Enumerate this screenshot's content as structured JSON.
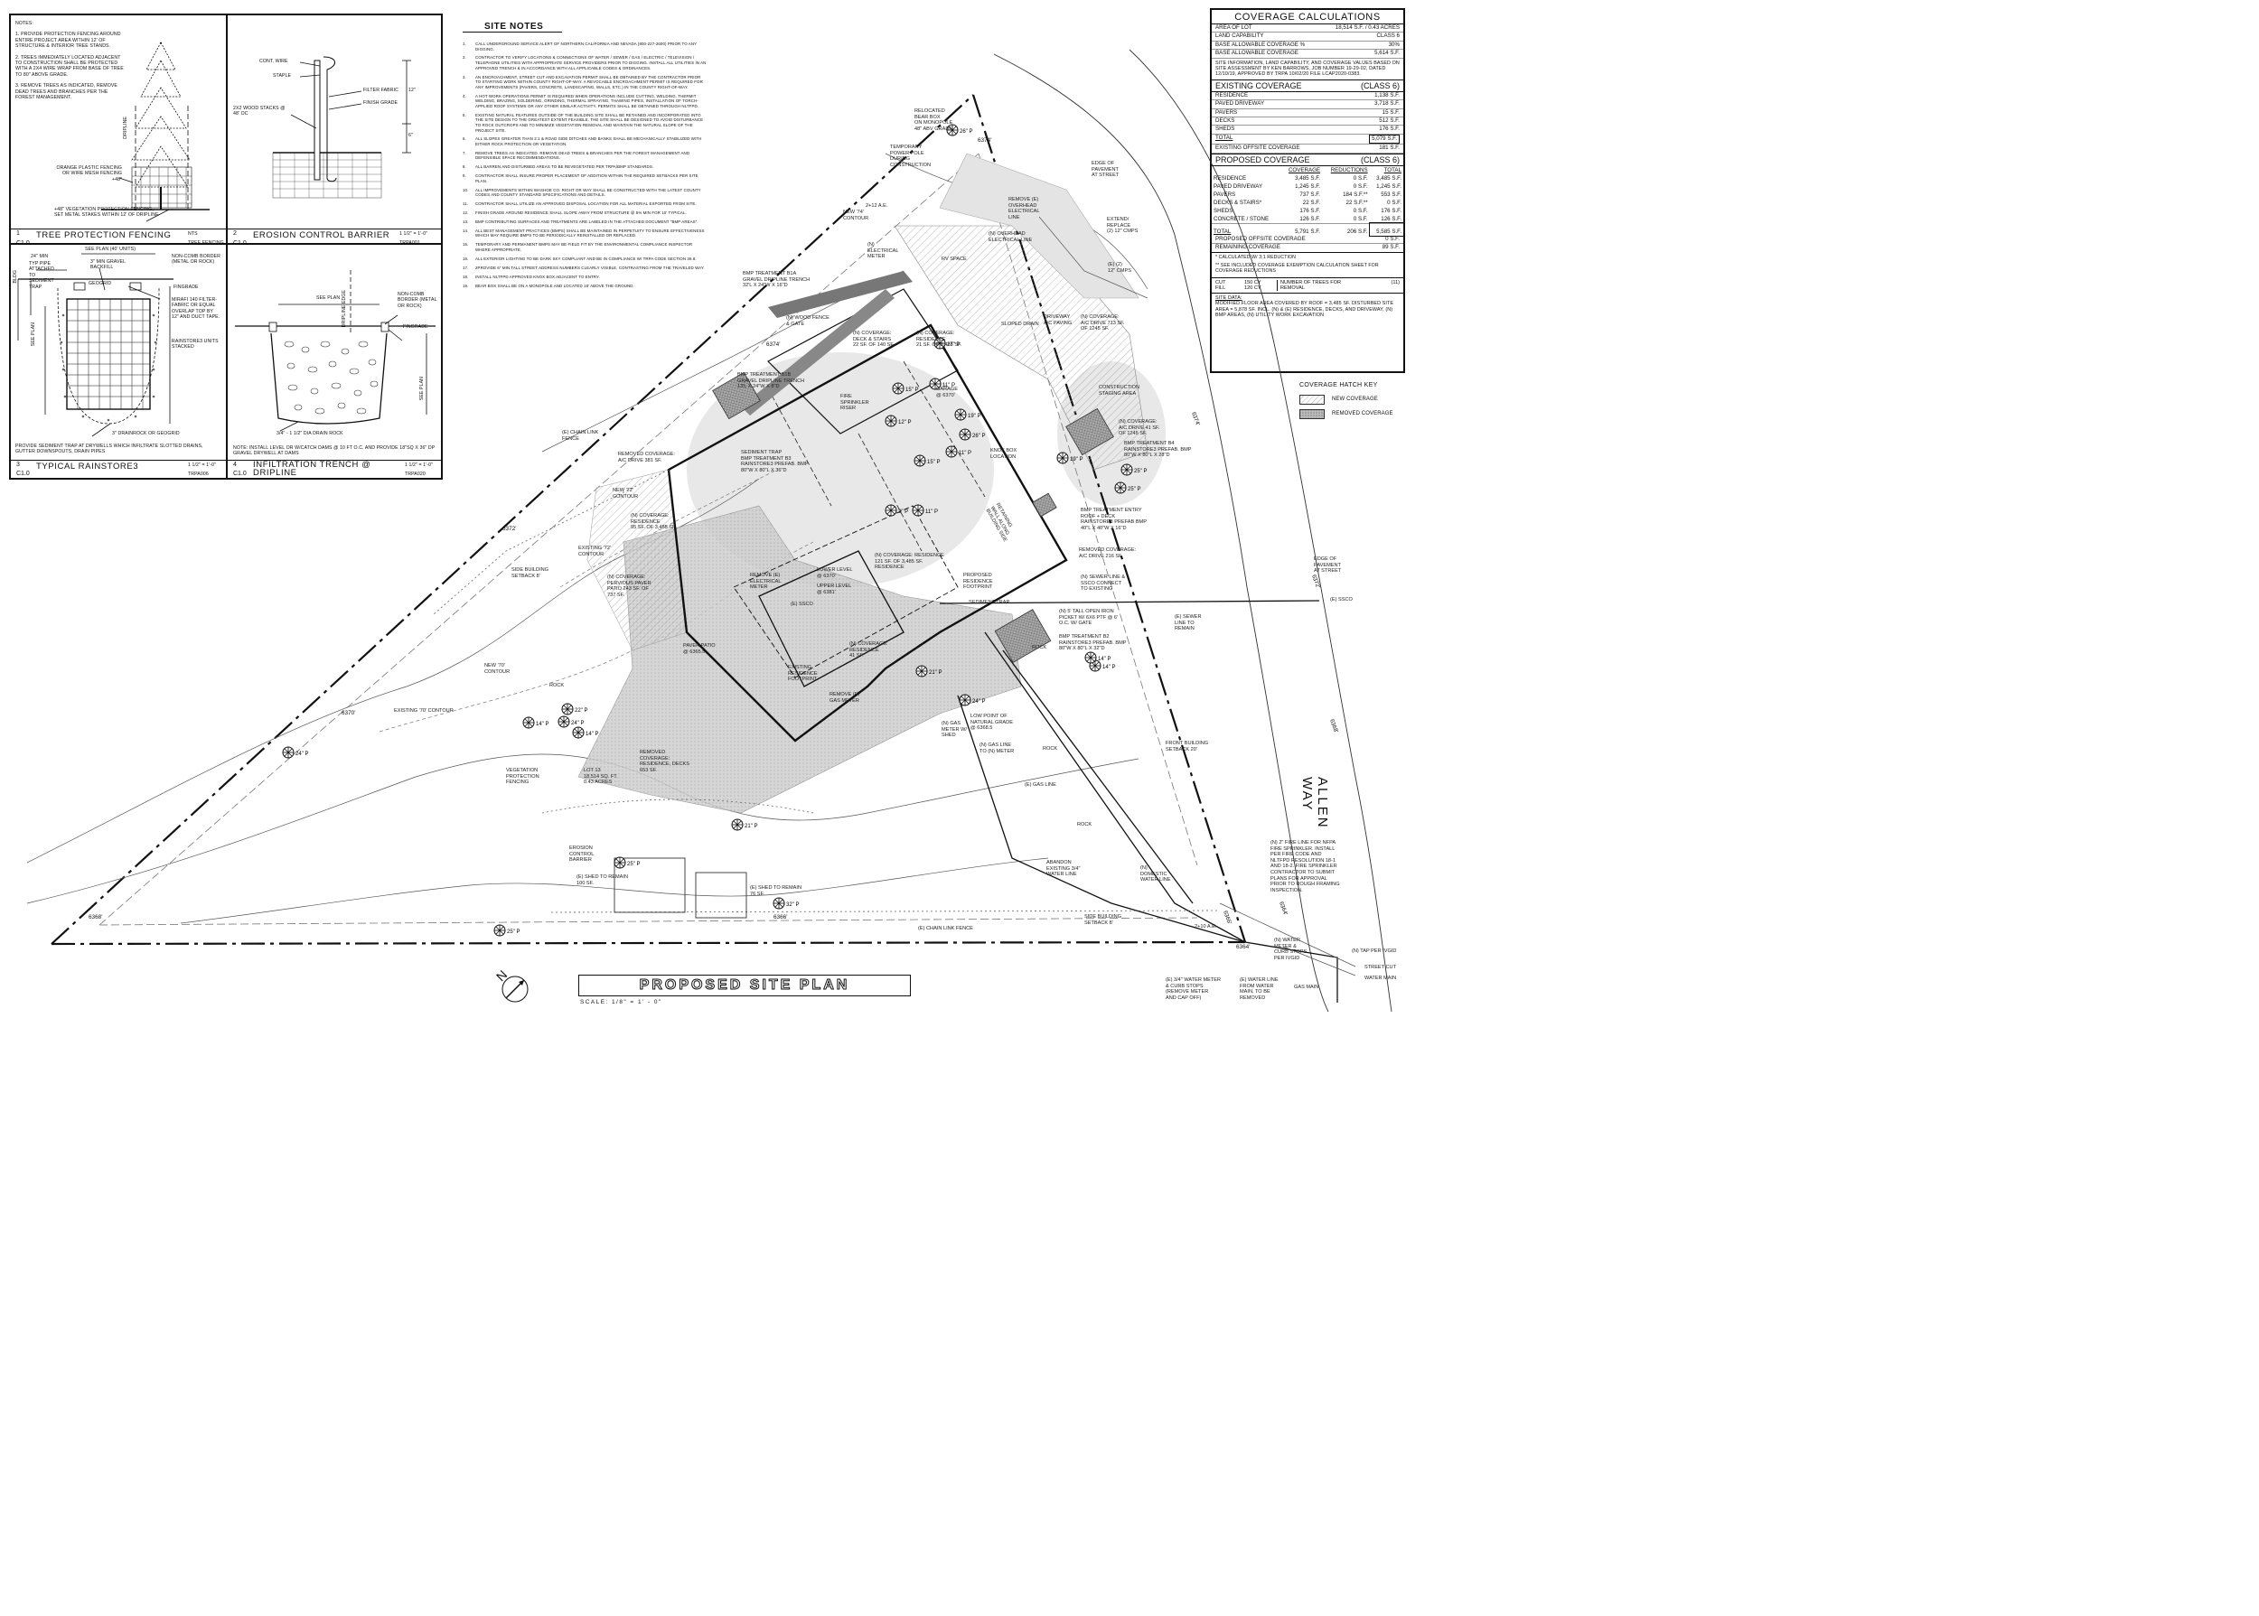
{
  "detail_sheet": {
    "notes_title": "NOTES:",
    "notes": [
      "1. PROVIDE PROTECTION FENCING AROUND ENTIRE PROJECT AREA WITHIN 12' OF STRUCTURE & INTERIOR TREE STANDS.",
      "2. TREES IMMEDIATELY LOCATED ADJACENT TO CONSTRUCTION SHALL BE PROTECTED WITH A 2X4 WIRE WRAP FROM BASE OF TREE TO 80\" ABOVE GRADE.",
      "3. REMOVE TREES AS INDICATED, REMOVE DEAD TREES AND BRANCHES PER THE FOREST MANAGEMENT."
    ],
    "tree_labels": {
      "dripline": "DRIPLINE",
      "fence": "ORANGE PLASTIC FENCING OR WIRE MESH FENCING +48\"",
      "protection": "+48\" VEGETATION PROTECTION FENCING, SET METAL STAKES WITHIN 12' OF DRIPLINE"
    },
    "erosion_labels": {
      "wire": "CONT. WIRE",
      "staple": "STAPLE",
      "filter": "FILTER FABRIC",
      "grade": "FINISH GRADE",
      "stakes": "2X2 WOOD STACKS @ 48' OC",
      "dim1": "12\"",
      "dim2": "6\""
    },
    "rainstore_labels": {
      "width": "24\" MIN",
      "plan": "SEE PLAN (40' UNITS)",
      "pipe": "TYP PIPE ATTACHED TO SEDIMENT TRAP",
      "gravel": "3\" MIN GRAVEL BACKFILL",
      "geogrid": "GEOGRID",
      "border": "NON-COMB BORDER (METAL OR ROCK)",
      "fingrade": "FINGRADE",
      "mirafi": "MIRAFI 140 FILTER-FABRIC OR EQUAL OVERLAP TOP BY 12\" AND DUCT TAPE.",
      "units": "RAINSTORE3 UNITS STACKED",
      "drainrock": "3\" DRAINROCK OR GEOGRID",
      "bldg": "BLDG",
      "seeplan": "SEE PLAN",
      "note": "PROVIDE SEDIMENT TRAP AT DRYWELLS WHICH INFILTRATE SLOTTED DRAINS, GUTTER DOWNSPOUTS, DRAIN PIPES"
    },
    "trench_labels": {
      "plan": "SEE PLAN",
      "border": "NON-COMB BORDER (METAL OR ROCK)",
      "fingrade": "FINGRADE",
      "dripline": "DRIPLINE EDGE",
      "rock": "3/4\" - 1 1/2\" DIA DRAIN ROCK",
      "seeplan": "SEE PLAN",
      "note": "NOTE: INSTALL LEVEL OR W/CATCH DAMS @ 10 FT O.C. AND PROVIDE 18\"SQ x 36\" DP GRAVEL DRYWELL AT DAMS"
    },
    "titles": [
      {
        "num": "1",
        "sheet": "C1.0",
        "title": "TREE PROTECTION FENCING",
        "scale": "NTS",
        "ref": "TREE FENCING"
      },
      {
        "num": "2",
        "sheet": "C1.0",
        "title": "EROSION CONTROL BARRIER",
        "scale": "1 1/2\" = 1'-0\"",
        "ref": "TRPA001"
      },
      {
        "num": "3",
        "sheet": "C1.0",
        "title": "TYPICAL RAINSTORE3",
        "scale": "1 1/2\" = 1'-0\"",
        "ref": "TRPA006"
      },
      {
        "num": "4",
        "sheet": "C1.0",
        "title": "INFILTRATION TRENCH @ DRIPLINE",
        "scale": "1 1/2\" = 1'-0\"",
        "ref": "TRPA020"
      }
    ]
  },
  "site_notes": {
    "title": "SITE NOTES",
    "items": [
      "CALL UNDERGROUND SERVICE ALERT OF NORTHERN CALIFORNIA AND NEVADA (800-227-2600) PRIOR TO ANY DIGGING.",
      "CONTRACTOR TO VERIFY LOCATIONS & CONNECTIONS OF WATER / SEWER / GAS / ELECTRIC / TELEVISION / TELEPHONE UTILITIES WITH APPROPRIATE SERVICE PROVIDERS PRIOR TO DIGGING. INSTALL ALL UTILITIES IN AN APPROVED TRENCH & IN ACCORDANCE WITH ALL APPLICABLE CODES & ORDINANCES.",
      "AN ENCROACHMENT, STREET CUT AND EXCAVATION PERMIT SHALL BE OBTAINED BY THE CONTRACTOR PRIOR TO STARTING WORK WITHIN COUNTY RIGHT-OF-WAY. A REVOCABLE ENCROACHMENT PERMIT IS REQUIRED FOR ANY IMPROVEMENTS (PAVERS, CONCRETE, LANDSCAPING, WALLS, ETC.) IN THE COUNTY RIGHT-OF-WAY.",
      "A HOT WORK OPERATIONS PERMIT IS REQUIRED WHEN OPERATIONS INCLUDE CUTTING, WELDING, THERMIT WELDING, BRAZING, SOLDERING, GRINDING, THERMAL SPRAYING, THAWING PIPES, INSTALLATION OF TORCH-APPLIED ROOF SYSTEMS OR ANY OTHER SIMILAR ACTIVITY. PERMITS SHALL BE OBTAINED THROUGH NLTFPD.",
      "EXISTING NATURAL FEATURES OUTSIDE OF THE BUILDING SITE SHALL BE RETAINED AND INCORPORATED INTO THE SITE DESIGN TO THE GREATEST EXTENT FEASIBLE. THE SITE SHALL BE DESIGNED TO AVOID DISTURBANCE TO ROCK OUTCROPS AND TO MINIMIZE VEGETATION REMOVAL AND MAINTAIN THE NATURAL SLOPE OF THE PROJECT SITE.",
      "ALL SLOPES GREATER THAN 2:1 & ROAD SIDE DITCHES AND BANKS SHALL BE MECHANICALLY STABILIZED WITH EITHER ROCK PROTECTION OR VEGETATION.",
      "REMOVE TREES AS INDICATED. REMOVE DEAD TREES & BRANCHES PER THE FOREST MANAGEMENT AND DEFENSIBLE SPACE RECOMMENDATIONS.",
      "ALL BARREN AND DISTURBED AREAS TO BE REVEGETATED PER TRPA/BMP STANDARDS.",
      "CONTRACTOR SHALL INSURE PROPER PLACEMENT OF ADDITION WITHIN THE REQUIRED SETBACKS PER SITE PLAN.",
      "ALL IMPROVEMENTS WITHIN WASHOE CO. RIGHT OR WAY SHALL BE CONSTRUCTED WITH THE LATEST COUNTY CODES AND COUNTY STANDARD SPECIFICATIONS AND DETAILS.",
      "CONTRACTOR SHALL UTILIZE AN APPROVED DISPOSAL LOCATION FOR ALL MATERIAL EXPORTED FROM SITE.",
      "FINISH GRADE AROUND RESIDENCE SHALL SLOPE AWAY FROM STRUCTURE @ 5% MIN FOR 10' TYPICAL.",
      "BMP CONTRIBUTING SURFACES AND TREATMENTS ARE LABELED IN THE ATTACHED DOCUMENT \"BMP AREAS\".",
      "ALL BEST MANAGEMENT PRACTICES (BMPS) SHALL BE MAINTAINED IN PERPETUITY TO ENSURE EFFECTIVENESS WHICH MAY REQUIRE BMPS TO BE PERIODICALLY REINSTALLED OR REPLACED.",
      "TEMPORARY AND PERMANENT BMPS MAY BE FIELD FIT BY THE ENVIRONMENTAL COMPLIANCE INSPECTOR WHERE APPROPRIATE.",
      "ALL EXTERIOR LIGHTING TO BE DARK SKY COMPLIANT AND BE IN COMPLIANCE W/ TRPA CODE SECTION 36.8.",
      "2PROVIDE 6\" MIN TALL STREET ADDRESS NUMBERS CLEARLY VISIBLE, CONTRASTING FROM THE TRAVELED WAY.",
      "INSTALL NLTFPD APPROVED KNOX BOX ADJACENT TO ENTRY.",
      "BEAR BOX SHALL BE ON A MONOPOLE AND LOCATED 18' ABOVE THE GROUND."
    ]
  },
  "coverage": {
    "title": "COVERAGE CALCULATIONS",
    "lot_rows": [
      {
        "label": "AREA OF LOT",
        "value": "18,514 S.F. / 0.43 ACRES"
      },
      {
        "label": "LAND CAPABILITY",
        "value": "CLASS 6"
      },
      {
        "label": "BASE ALLOWABLE COVERAGE %",
        "value": "30%"
      },
      {
        "label": "BASE ALLOWABLE COVERAGE",
        "value": "5,614 S.F."
      }
    ],
    "info": "SITE INFORMATION, LAND CAPABILITY, AND COVERAGE VALUES BASED ON SITE ASSESSMENT BY KEN BARROWS, JOB NUMBER 19-29-02, DATED 12/10/19, APPROVED BY TRPA 10/02/20 FILE LCAP2020-0383.",
    "existing_title": "EXISTING COVERAGE",
    "existing_class": "(CLASS 6)",
    "existing_rows": [
      {
        "label": "RESIDENCE",
        "value": "1,138 S.F."
      },
      {
        "label": "PAVED DRIVEWAY",
        "value": "3,718 S.F."
      },
      {
        "label": "PAVERS",
        "value": "15 S.F."
      },
      {
        "label": "DECKS",
        "value": "512 S.F."
      },
      {
        "label": "SHEDS",
        "value": "176 S.F."
      },
      {
        "label": "TOTAL",
        "value": "5,079 S.F."
      },
      {
        "label": "EXISTING OFFSITE COVERAGE",
        "value": "181 S.F."
      }
    ],
    "proposed_title": "PROPOSED COVERAGE",
    "proposed_class": "(CLASS 6)",
    "proposed_headers": [
      "",
      "COVERAGE",
      "REDUCTIONS",
      "TOTAL"
    ],
    "proposed_rows": [
      [
        "RESIDENCE",
        "3,485 S.F.",
        "0 S.F.",
        "3,485 S.F."
      ],
      [
        "PAVED DRIVEWAY",
        "1,245 S.F.",
        "0 S.F.",
        "1,245 S.F."
      ],
      [
        "PAVERS",
        "737 S.F.",
        "184 S.F.**",
        "553 S.F."
      ],
      [
        "DECKS & STAIRS*",
        "22 S.F.",
        "22 S.F.**",
        "0 S.F."
      ],
      [
        "SHEDS",
        "176 S.F.",
        "0 S.F.",
        "176 S.F."
      ],
      [
        "CONCRETE / STONE",
        "126 S.F.",
        "0 S.F.",
        "126 S.F."
      ]
    ],
    "proposed_total": [
      "TOTAL",
      "5,791 S.F.",
      "206 S.F.",
      "5,585 S.F."
    ],
    "offsite": {
      "label": "PROPOSED OFFSITE COVERAGE",
      "value": "0 S.F."
    },
    "remaining": {
      "label": "REMAINING COVERAGE",
      "value": "89 S.F."
    },
    "footnote1": "* CALCULATED W/ 3:1 REDUCTION",
    "footnote2": "** SEE INCLUDED COVERAGE EXEMPTION CALCULATION SHEET FOR COVERAGE REDUCTIONS",
    "cut_label": "CUT",
    "cut_value": "150 CY",
    "fill_label": "FILL",
    "fill_value": "120 CY",
    "trees_label": "NUMBER OF TREES FOR REMOVAL",
    "trees_value": "(11)",
    "site_data_title": "SITE DATA:",
    "site_data": "MODIFIED FLOOR AREA COVERED BY ROOF = 3,485 SF. DISTURBED SITE AREA = 5,878 SF. INCL. (N) & (E) RESIDENCE, DECKS, AND DRIVEWAY, (N) BMP AREAS, (N) UTILITY WORK EXCAVATION",
    "hatch_title": "COVERAGE HATCH KEY",
    "hatch_new": "NEW COVERAGE",
    "hatch_removed": "REMOVED COVERAGE"
  },
  "plan": {
    "title": "PROPOSED SITE PLAN",
    "scale": "SCALE:   1/8\" = 1' - 0\"",
    "north": "N",
    "street": "ALLEN WAY",
    "labels": [
      {
        "id": "relocated-bear-box",
        "text": "RELOCATED\nBEAR BOX\nON MONOPOLE\n48\" ABV GRADE"
      },
      {
        "id": "temp-power-pole",
        "text": "TEMPORARY\nPOWER POLE\nDURING\nCONSTRUCTION"
      },
      {
        "id": "edge-pavement-top",
        "text": "EDGE OF\nPAVEMENT\nAT STREET"
      },
      {
        "id": "remove-overhead",
        "text": "REMOVE (E)\nOVERHEAD\nELECTRICAL\nLINE"
      },
      {
        "id": "new-overhead",
        "text": "(N) OVERHEAD\nELECTRICAL LINE"
      },
      {
        "id": "extend-replace",
        "text": "EXTEND/\nREPLACE\n(2) 12\" CMPs"
      },
      {
        "id": "e2-cmps",
        "text": "(E) (2)\n12\" CMPs"
      },
      {
        "id": "new-contour-74",
        "text": "NEW '74'\nCONTOUR"
      },
      {
        "id": "electrical-meter",
        "text": "(N)\nELECTRICAL\nMETER"
      },
      {
        "id": "rv-space",
        "text": "RV SPACE"
      },
      {
        "id": "bmp-b1a",
        "text": "BMP TREATMENT B1A\nGRAVEL DRIPLINE TRENCH\n32'L x 24\"W x 16\"D"
      },
      {
        "id": "wood-fence",
        "text": "(N) WOOD FENCE\n& GATE"
      },
      {
        "id": "deck-coverage",
        "text": "(N) COVERAGE:\nDECK & STAIRS\n22 SF. OF 140 SF."
      },
      {
        "id": "residence-coverage-top",
        "text": "(N) COVERAGE:\nRESIDENCE\n21 SF. OF 3,485 SF."
      },
      {
        "id": "driveway-paving",
        "text": "DRIVEWAY\nA/C PAVING"
      },
      {
        "id": "ac-drive-1245",
        "text": "(N) COVERAGE:\nA/C DRIVE 713 SF.\nOF 1245 SF."
      },
      {
        "id": "sloped-drain",
        "text": "SLOPED DRAIN"
      },
      {
        "id": "bmp-b1b",
        "text": "BMP TREATMENT B1B\nGRAVEL DRIPLINE TRENCH\n13'L x 24\"W x 8\"D"
      },
      {
        "id": "fire-sprinkler",
        "text": "FIRE\nSPRINKLER\nRISER"
      },
      {
        "id": "garage",
        "text": "GARAGE\n@ 6370'"
      },
      {
        "id": "construction-staging",
        "text": "CONSTRUCTION\nSTAGING AREA"
      },
      {
        "id": "ac-drive-41",
        "text": "(N) COVERAGE:\nA/C DRIVE 41 SF.\nOF 1245 SF."
      },
      {
        "id": "bmp-b4",
        "text": "BMP TREATMENT B4\nRAINSTORE3 PREFAB. BMP\n80\"W x 80\"L x 28\"D"
      },
      {
        "id": "chain-link",
        "text": "(E) CHAIN LINK\nFENCE"
      },
      {
        "id": "removed-ac-drive",
        "text": "REMOVED COVERAGE:\nA/C DRIVE 381 SF."
      },
      {
        "id": "bmp-b3",
        "text": "SEDIMENT TRAP\nBMP TREATMENT B3\nRAINSTORE3 PREFAB. BMP\n80\"W x 80\"L x 36\"D"
      },
      {
        "id": "knox-box",
        "text": "KNOX BOX\nLOCATION"
      },
      {
        "id": "retaining-wall",
        "text": "RETAINING\nWALL ALONG\nBUILDING SIDE"
      },
      {
        "id": "new-contour-72",
        "text": "NEW '72'\nCONTOUR"
      },
      {
        "id": "residence-coverage-left",
        "text": "(N) COVERAGE:\nRESIDENCE\n95 SF. OF 3,485 SF."
      },
      {
        "id": "bmp-entry",
        "text": "BMP TREATMENT ENTRY\nROOF + DECK\nRAINSTORE3 PREFAB BMP\n40\"L x 40\"W x 16\"D"
      },
      {
        "id": "removed-ac-drive-216",
        "text": "REMOVED COVERAGE:\nA/C DRIVE 216 SF."
      },
      {
        "id": "side-setback",
        "text": "SIDE BUILDING\nSETBACK 8'"
      },
      {
        "id": "existing-contour-72",
        "text": "EXISTING '72'\nCONTOUR"
      },
      {
        "id": "residence-coverage-mid",
        "text": "(N) COVERAGE: RESIDENCE\n121 SF. OF 3,485 SF.\nRESIDENCE"
      },
      {
        "id": "pervious-paver",
        "text": "(N) COVERAGE:\nPERVIOUS PAVER\nPATIO 243 SF. OF\n737 SF."
      },
      {
        "id": "remove-electrical",
        "text": "REMOVE (E)\nELECTRICAL\nMETER"
      },
      {
        "id": "lower-level",
        "text": "LOWER LEVEL\n@ 6370'"
      },
      {
        "id": "upper-level",
        "text": "UPPER LEVEL\n@ 6381'"
      },
      {
        "id": "proposed-footprint",
        "text": "PROPOSED\nRESIDENCE\nFOOTPRINT"
      },
      {
        "id": "sewer-line",
        "text": "(N) SEWER LINE &\nSSCO CONNECT\nTO EXISTING"
      },
      {
        "id": "tall-picket",
        "text": "(N) 5' TALL OPEN IRON\nPICKET W/ 6x6 PTF @ 6'\nO.C. W/ GATE"
      },
      {
        "id": "sediment-trap",
        "text": "SEDIMENT TRAP"
      },
      {
        "id": "e-sewer",
        "text": "(E) SEWER\nLINE TO\nREMAIN"
      },
      {
        "id": "edge-pavement-mid",
        "text": "EDGE OF\nPAVEMENT\nAT STREET"
      },
      {
        "id": "paver-patio",
        "text": "PAVER PATIO\n@ 6365.5'"
      },
      {
        "id": "residence-coverage-41",
        "text": "(N) COVERAGE:\nRESIDENCE\n41 SF."
      },
      {
        "id": "bmp-b2",
        "text": "BMP TREATMENT B2\nRAINSTORE3 PREFAB. BMP\n80\"W x 80\"L x 32\"D"
      },
      {
        "id": "existing-footprint",
        "text": "EXISTING\nRESIDENCE\nFOOTPRINT"
      },
      {
        "id": "new-contour-70",
        "text": "NEW '70'\nCONTOUR"
      },
      {
        "id": "existing-contour-70",
        "text": "EXISTING '70' CONTOUR"
      },
      {
        "id": "remove-gas-meter",
        "text": "REMOVE (E)\nGAS METER"
      },
      {
        "id": "gas-meter",
        "text": "(N) GAS\nMETER W/\nSHED"
      },
      {
        "id": "low-point",
        "text": "LOW POINT OF\nNATURAL GRADE\n@ 6368.5"
      },
      {
        "id": "gas-line",
        "text": "(N) GAS LINE\nTO (N) METER"
      },
      {
        "id": "front-setback",
        "text": "FRONT BUILDING\nSETBACK 20'"
      },
      {
        "id": "removed-residence",
        "text": "REMOVED\nCOVERAGE:\nRESIDENCE, DECKS\n653 SF."
      },
      {
        "id": "lot-13",
        "text": "LOT 13\n18,514 SQ. FT.\n0.43 ACRES"
      },
      {
        "id": "veg-fencing",
        "text": "VEGETATION\nPROTECTION\nFENCING"
      },
      {
        "id": "e-gas-line",
        "text": "(E) GAS LINE"
      },
      {
        "id": "abandon-water",
        "text": "ABANDON\nEXISTING 3/4\"\nWATER LINE"
      },
      {
        "id": "domestic-water",
        "text": "(N)\nDOMESTIC\nWATER LINE"
      },
      {
        "id": "fire-line",
        "text": "(N) 2\" FIRE LINE FOR NFPA\nFIRE SPRINKLER. INSTALL\nPER FIRE CODE AND\nNLTFPD RESOLUTION 18-1\nAND 18-2. FIRE SPRINKLER\nCONTRACTOR TO SUBMIT\nPLANS FOR APPROVAL\nPRIOR TO ROUGH FRAMING\nINSPECTION."
      },
      {
        "id": "erosion-barrier",
        "text": "EROSION\nCONTROL\nBARRIER"
      },
      {
        "id": "shed-100",
        "text": "(E) SHED TO REMAIN\n100 SF."
      },
      {
        "id": "shed-76",
        "text": "(E) SHED TO REMAIN\n76 SF."
      },
      {
        "id": "chain-link-bottom",
        "text": "(E) CHAIN LINK FENCE"
      },
      {
        "id": "side-setback-bottom",
        "text": "SIDE BUILDING\nSETBACK 8'"
      },
      {
        "id": "water-meter",
        "text": "(N) WATER\nMETER &\nCURB STOPS\nPER IVGID"
      },
      {
        "id": "tap-ivgid",
        "text": "(N) TAP PER IVGID"
      },
      {
        "id": "street-cut",
        "text": "STREET CUT"
      },
      {
        "id": "water-main",
        "text": "WATER MAIN"
      },
      {
        "id": "gas-main",
        "text": "GAS MAIN"
      },
      {
        "id": "e-water-meter",
        "text": "(E) 3/4\" WATER METER\n& CURB STOPS\n(REMOVE METER\nAND CAP OFF)"
      },
      {
        "id": "e-water-line",
        "text": "(E) WATER LINE\nFROM WATER\nMAIN, TO BE\nREMOVED"
      },
      {
        "id": "rock1",
        "text": "ROCK"
      },
      {
        "id": "rock2",
        "text": "ROCK"
      },
      {
        "id": "rock3",
        "text": "ROCK"
      },
      {
        "id": "rock4",
        "text": "ROCK"
      },
      {
        "id": "ae-top",
        "text": "2+12 A.E."
      },
      {
        "id": "ae-bottom",
        "text": "2+10 A.E."
      },
      {
        "id": "sscot",
        "text": "(E) SSCO"
      },
      {
        "id": "ssco2",
        "text": "(E) SSCO"
      }
    ],
    "elevations": [
      "6374'",
      "6374'",
      "6372'",
      "6370'",
      "6368'",
      "6366'",
      "6364'",
      "6374'",
      "6372'",
      "6368'",
      "6366'",
      "6364'"
    ],
    "trees": [
      "24\" P",
      "26\" P",
      "25\" P",
      "12\" P",
      "19\" P",
      "26\" P",
      "15\" P",
      "11\" P",
      "11\" P",
      "3\" P",
      "11\" P",
      "14\" P",
      "24\" P",
      "21\" P",
      "14\" P",
      "22\" P",
      "24\" P",
      "21\" P",
      "25\" P",
      "32\" P",
      "25\" P",
      "14\" P",
      "19\" P",
      "15\" P",
      "27\" P",
      "25\" P",
      "14\" P"
    ]
  }
}
